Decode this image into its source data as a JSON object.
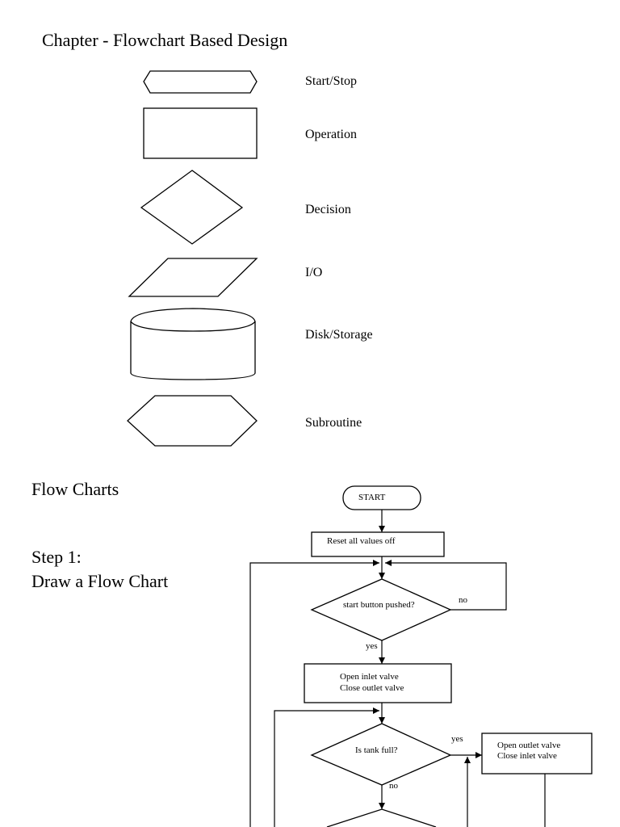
{
  "page": {
    "title": "Chapter - Flowchart Based Design",
    "symbols": [
      {
        "label": "Start/Stop",
        "icon": "terminator-shape"
      },
      {
        "label": "Operation",
        "icon": "rectangle-shape"
      },
      {
        "label": "Decision",
        "icon": "diamond-shape"
      },
      {
        "label": "I/O",
        "icon": "parallelogram-shape"
      },
      {
        "label": "Disk/Storage",
        "icon": "cylinder-shape"
      },
      {
        "label": "Subroutine",
        "icon": "hexagon-shape"
      }
    ],
    "section_heading": "Flow Charts",
    "step_label": "Step 1:",
    "step_text": "Draw a Flow Chart"
  },
  "flowchart": {
    "start": "START",
    "reset": "Reset all values off",
    "decision1": "start button pushed?",
    "decision1_no": "no",
    "decision1_yes": "yes",
    "op1_line1": "Open inlet valve",
    "op1_line2": "Close outlet valve",
    "decision2": "Is tank full?",
    "decision2_yes": "yes",
    "decision2_no": "no",
    "op2_line1": "Open outlet valve",
    "op2_line2": "Close inlet valve"
  }
}
